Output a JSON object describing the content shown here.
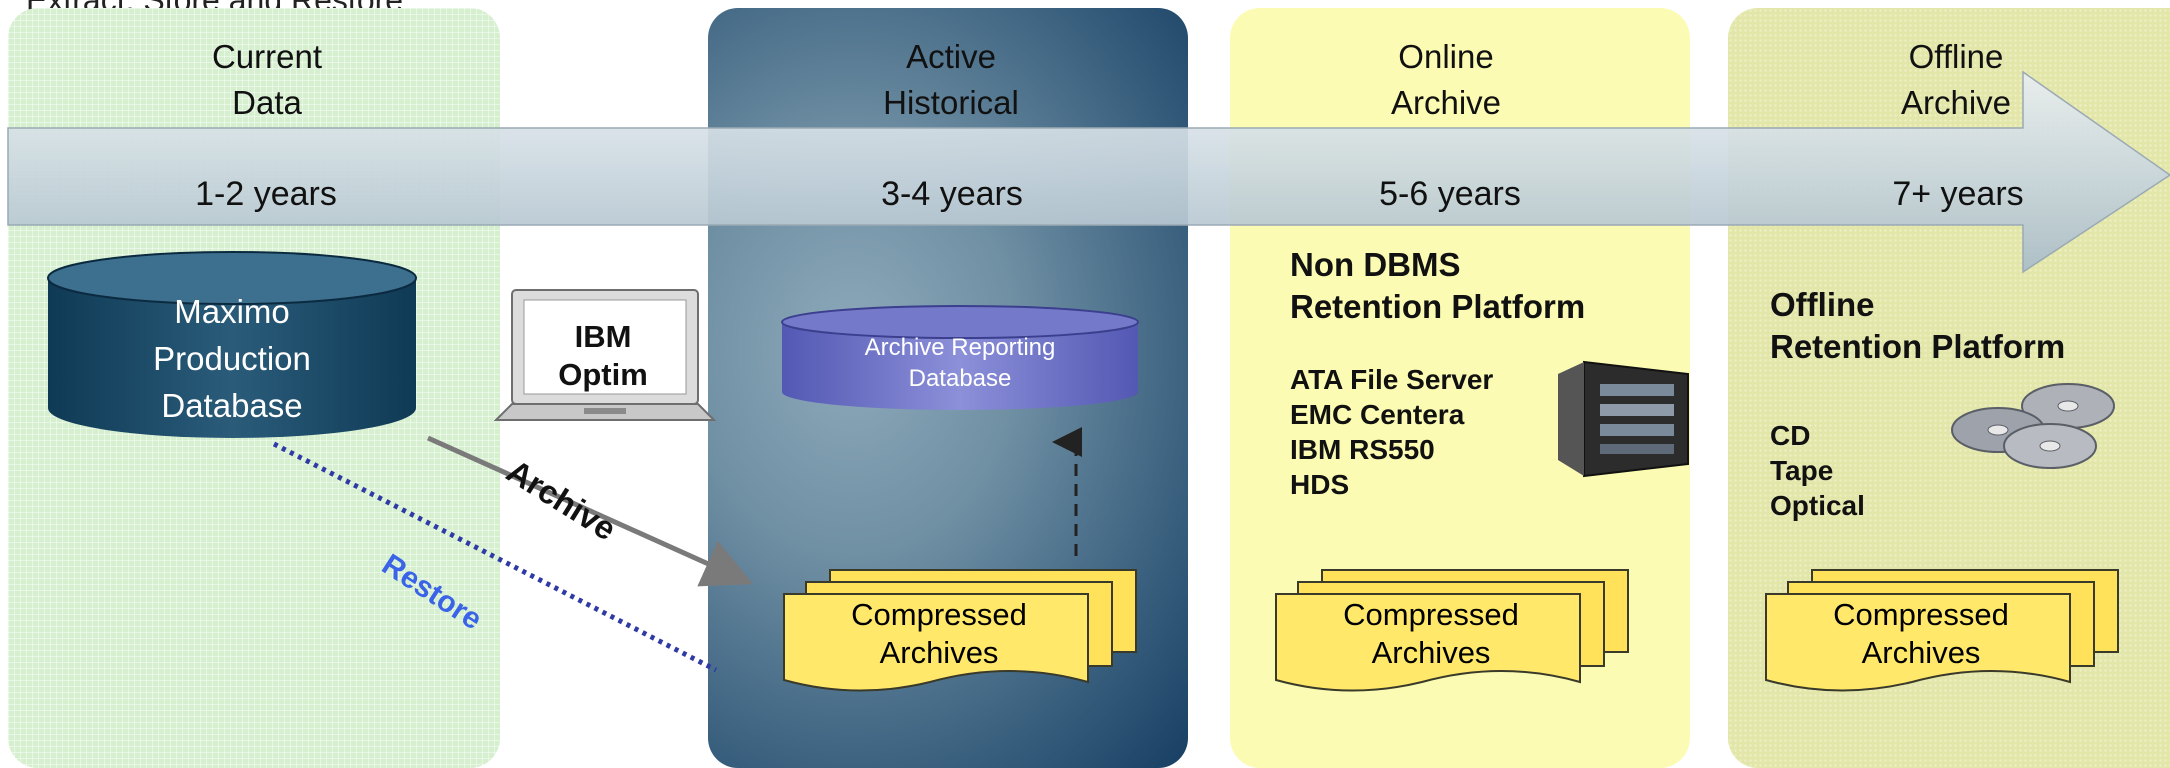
{
  "header": {
    "title": "Extract, Store and Restore"
  },
  "colors": {
    "current": "#d6f0cf",
    "active": "#3d6381",
    "online": "#fbfbb3",
    "offline": "#e3e6a9",
    "arrow": "#c9d6de",
    "restore": "#2f3aa5",
    "archive_arrow": "#7a7a7a"
  },
  "stages": [
    {
      "title": "Current\nData",
      "years": "1-2 years"
    },
    {
      "title": "Active\nHistorical",
      "years": "3-4 years"
    },
    {
      "title": "Online\nArchive",
      "years": "5-6 years"
    },
    {
      "title": "Offline\nArchive",
      "years": "7+ years"
    }
  ],
  "production_db": {
    "label": "Maximo\nProduction\nDatabase"
  },
  "optim": {
    "label": "IBM\nOptim"
  },
  "flows": {
    "archive": "Archive",
    "restore": "Restore"
  },
  "reporting_db": {
    "label": "Archive Reporting\nDatabase"
  },
  "online_platform": {
    "title": "Non DBMS\nRetention Platform",
    "items": [
      "ATA File Server",
      "EMC Centera",
      "IBM RS550",
      "HDS"
    ]
  },
  "offline_platform": {
    "title": "Offline\nRetention Platform",
    "items": [
      "CD",
      "Tape",
      "Optical"
    ]
  },
  "compressed": {
    "label": "Compressed\nArchives"
  },
  "icons": [
    "laptop-icon",
    "server-tower-icon",
    "optical-discs-icon",
    "database-cylinder-icon",
    "document-stack-icon"
  ]
}
